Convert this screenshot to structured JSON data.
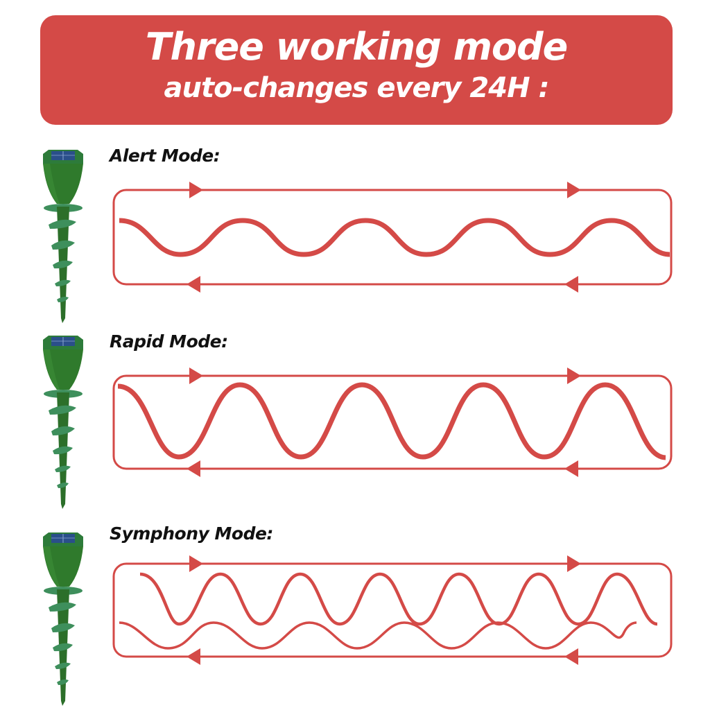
{
  "header": {
    "title": "Three working mode",
    "subtitle": "auto-changes every 24H :",
    "background_color": "#d44a47",
    "text_color": "#ffffff"
  },
  "modes": [
    {
      "label": "Alert Mode:",
      "device_icon": "solar-stake-repeller-icon",
      "wave": "medium-amplitude single sine wave",
      "loop_arrows": "clockwise loop (top arrows right, bottom arrows left)"
    },
    {
      "label": "Rapid Mode:",
      "device_icon": "solar-stake-repeller-icon",
      "wave": "high-amplitude single sine wave",
      "loop_arrows": "clockwise loop (top arrows right, bottom arrows left)"
    },
    {
      "label": "Symphony Mode:",
      "device_icon": "solar-stake-repeller-icon",
      "wave": "two overlapping sine waves (large + small)",
      "loop_arrows": "clockwise loop (top arrows right, bottom arrows left)"
    }
  ],
  "colors": {
    "accent": "#d44a47",
    "device_green": "#2f7a2c",
    "solar_panel": "#2a4f8a",
    "label_text": "#111111"
  }
}
